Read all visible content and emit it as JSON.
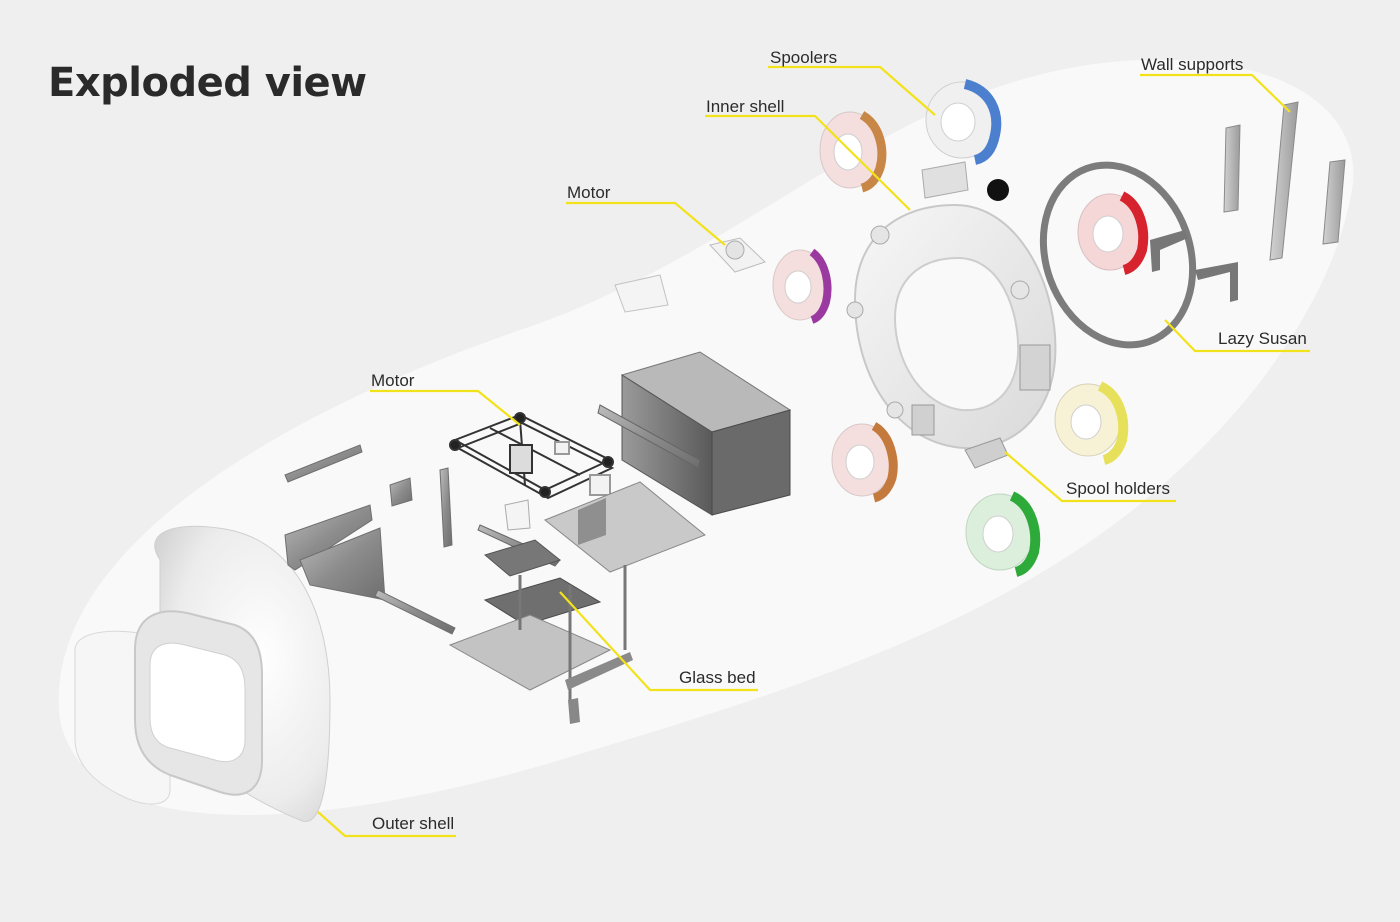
{
  "title": "Exploded view",
  "accent_color": "#f2e21b",
  "labels": {
    "spoolers": "Spoolers",
    "wall_supports": "Wall supports",
    "inner_shell": "Inner shell",
    "motor_top": "Motor",
    "motor_mid": "Motor",
    "lazy_susan": "Lazy Susan",
    "spool_holders": "Spool holders",
    "glass_bed": "Glass bed",
    "outer_shell": "Outer shell"
  },
  "spool_colors": {
    "blue": "#4d7fcf",
    "orange": "#c98747",
    "purple": "#9a3aa0",
    "red": "#d6232e",
    "yellow": "#e7e05a",
    "orange2": "#c57a3d",
    "green": "#2eaa3a"
  }
}
